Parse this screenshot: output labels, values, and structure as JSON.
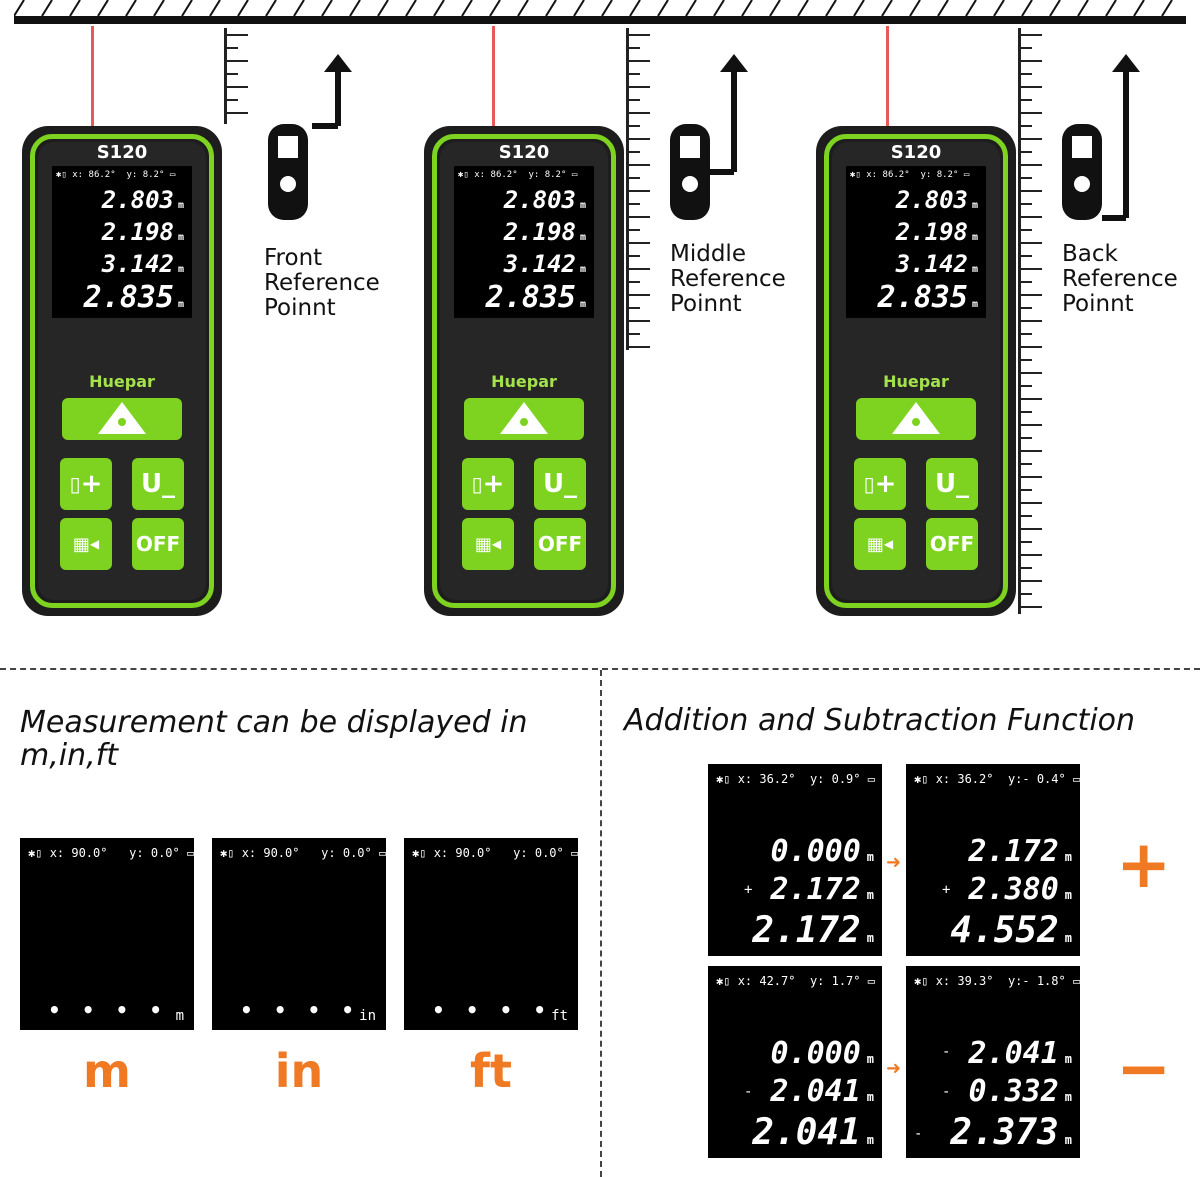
{
  "device": {
    "model": "S120",
    "brand": "Huepar",
    "screen": {
      "tilt_x": "x: 86.2°",
      "tilt_y": "y: 8.2°",
      "readings": [
        "2.803",
        "2.198",
        "3.142",
        "2.835"
      ],
      "unit": "m"
    },
    "buttons": {
      "unit_key": "U_",
      "off_key": "OFF",
      "plus": "+"
    }
  },
  "reference_points": [
    {
      "label": [
        "Front",
        "Reference",
        "Poinnt"
      ]
    },
    {
      "label": [
        "Middle",
        "Reference",
        "Poinnt"
      ]
    },
    {
      "label": [
        "Back",
        "Reference",
        "Poinnt"
      ]
    }
  ],
  "units_section": {
    "title": "Measurement can be displayed in m,in,ft",
    "screen_tilt_x": "x: 90.0°",
    "screen_tilt_y": "y: 0.0°",
    "dots": "• • • • •",
    "units": [
      {
        "screen_unit": "m",
        "label": "m"
      },
      {
        "screen_unit": "in",
        "label": "in"
      },
      {
        "screen_unit": "ft",
        "label": "ft"
      }
    ]
  },
  "math_section": {
    "title": "Addition and Subtraction Function",
    "addition": {
      "symbol": "+",
      "before": {
        "tilt_x": "x: 36.2°",
        "tilt_y": "y: 0.9°",
        "row1": "0.000",
        "sign": "+",
        "row2": "2.172",
        "result": "2.172",
        "unit": "m"
      },
      "after": {
        "tilt_x": "x: 36.2°",
        "tilt_y": "y:- 0.4°",
        "row1": "2.172",
        "sign": "+",
        "row2": "2.380",
        "result": "4.552",
        "unit": "m"
      }
    },
    "subtraction": {
      "symbol": "−",
      "before": {
        "tilt_x": "x: 42.7°",
        "tilt_y": "y: 1.7°",
        "row1": "0.000",
        "sign": "-",
        "row2": "2.041",
        "result": "2.041",
        "unit": "m"
      },
      "after": {
        "tilt_x": "x: 39.3°",
        "tilt_y": "y:- 1.8°",
        "row1": "2.041",
        "sign": "-",
        "row2": "0.332",
        "result": "2.373",
        "unit": "m"
      }
    },
    "arrow": "➜"
  },
  "colors": {
    "accent_green": "#7ed321",
    "accent_orange": "#ef7a23",
    "laser": "#e85a5a"
  }
}
